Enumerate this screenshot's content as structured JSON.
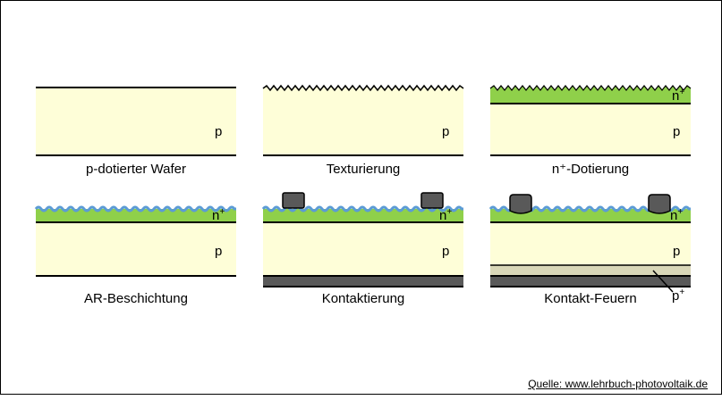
{
  "steps": [
    {
      "caption": "p-dotierter Wafer",
      "layers": {
        "p": "p"
      }
    },
    {
      "caption": "Texturierung",
      "layers": {
        "p": "p"
      }
    },
    {
      "caption": "n⁺-Dotierung",
      "layers": {
        "n": "n",
        "n_sup": "+",
        "p": "p"
      }
    },
    {
      "caption": "AR-Beschichtung",
      "layers": {
        "n": "n",
        "n_sup": "+",
        "p": "p"
      }
    },
    {
      "caption": "Kontaktierung",
      "layers": {
        "n": "n",
        "n_sup": "+",
        "p": "p"
      }
    },
    {
      "caption": "Kontakt-Feuern",
      "layers": {
        "n": "n",
        "n_sup": "+",
        "p": "p",
        "bsf": "p",
        "bsf_sup": "+"
      }
    }
  ],
  "source": "Quelle: www.lehrbuch-photovoltaik.de",
  "colors": {
    "wafer": "#fefed8",
    "n_layer": "#8fd04a",
    "ar_coating": "#5b9bd5",
    "contact": "#595959",
    "bsf": "#d9d7b8",
    "back_contact": "#595959"
  }
}
